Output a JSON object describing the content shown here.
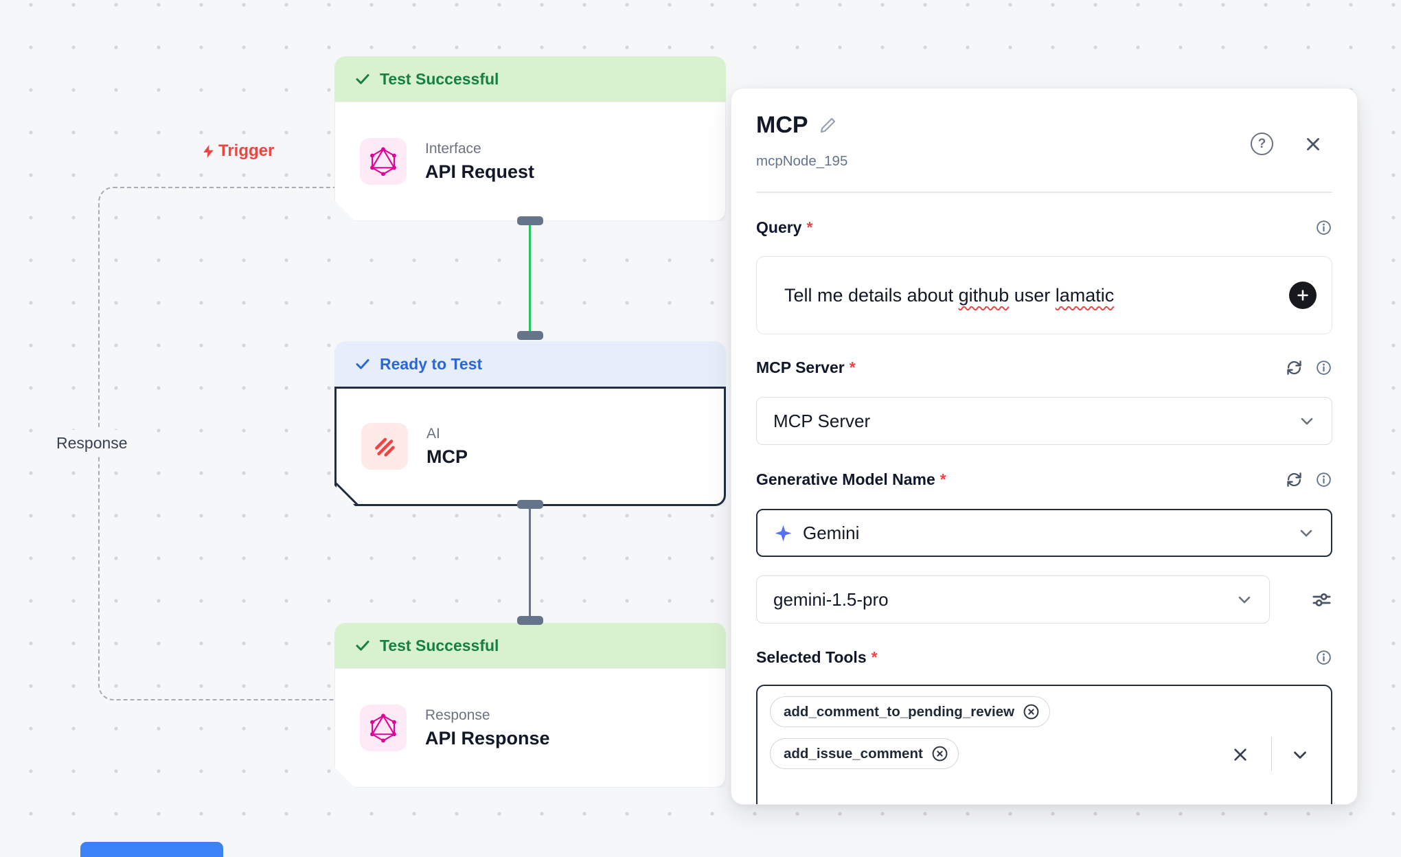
{
  "canvas": {
    "trigger_label": "Trigger",
    "response_label": "Response",
    "nodes": [
      {
        "status": "Test Successful",
        "category": "Interface",
        "title": "API Request"
      },
      {
        "status": "Ready to Test",
        "category": "AI",
        "title": "MCP"
      },
      {
        "status": "Test Successful",
        "category": "Response",
        "title": "API Response"
      }
    ]
  },
  "panel": {
    "title": "MCP",
    "node_id": "mcpNode_195",
    "required_marker": "*",
    "query": {
      "label": "Query",
      "parts": [
        "Tell me details about ",
        "github",
        " user ",
        "lamatic"
      ]
    },
    "mcp_server": {
      "label": "MCP Server",
      "selected": "MCP Server"
    },
    "generative_model": {
      "label": "Generative Model Name",
      "provider": "Gemini",
      "model": "gemini-1.5-pro"
    },
    "selected_tools": {
      "label": "Selected Tools",
      "chips": [
        "add_comment_to_pending_review",
        "add_issue_comment"
      ]
    }
  },
  "icons": {
    "help_glyph": "?"
  },
  "colors": {
    "success_bg": "#d8f2d0",
    "success_text": "#178040",
    "ready_bg": "#e7eefb",
    "ready_text": "#2b66d9",
    "trigger_red": "#ef4444",
    "graphql_pink": "#e10098",
    "mcp_red": "#ef4444",
    "accent_dark": "#232c3d",
    "edge_green": "#22c55e",
    "edge_slate": "#64748b"
  }
}
